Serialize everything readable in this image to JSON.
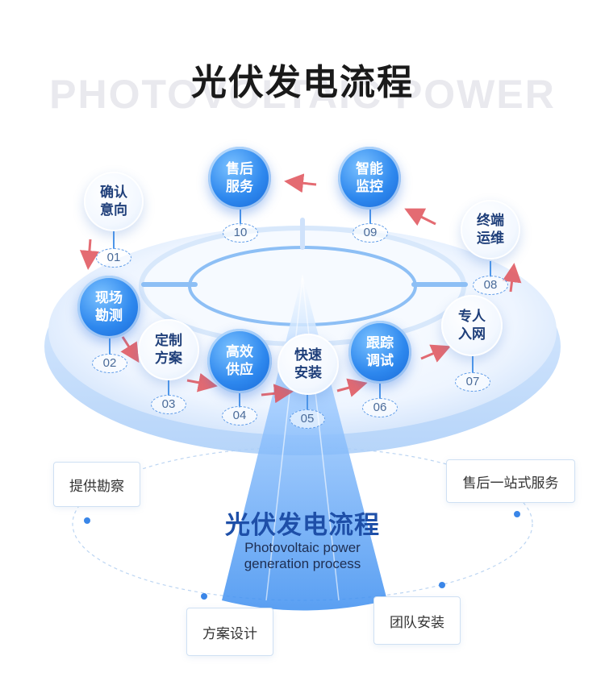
{
  "watermark": "PHOTOVOLTAIC POWER",
  "title": "光伏发电流程",
  "center": {
    "title": "光伏发电流程",
    "subtitle_line1": "Photovoltaic power",
    "subtitle_line2": "generation process"
  },
  "steps": [
    {
      "label": "确认\n意向",
      "num": "01"
    },
    {
      "label": "现场\n勘测",
      "num": "02"
    },
    {
      "label": "定制\n方案",
      "num": "03"
    },
    {
      "label": "高效\n供应",
      "num": "04"
    },
    {
      "label": "快速\n安装",
      "num": "05"
    },
    {
      "label": "跟踪\n调试",
      "num": "06"
    },
    {
      "label": "专人\n入网",
      "num": "07"
    },
    {
      "label": "终端\n运维",
      "num": "08"
    },
    {
      "label": "智能\n监控",
      "num": "09"
    },
    {
      "label": "售后\n服务",
      "num": "10"
    }
  ],
  "services": {
    "survey": "提供勘察",
    "design": "方案设计",
    "install": "团队安装",
    "aftersale": "售后一站式服务"
  },
  "colors": {
    "accent": "#2e88ee",
    "arrow": "#e0525a",
    "title_blue": "#1e4fa8"
  }
}
